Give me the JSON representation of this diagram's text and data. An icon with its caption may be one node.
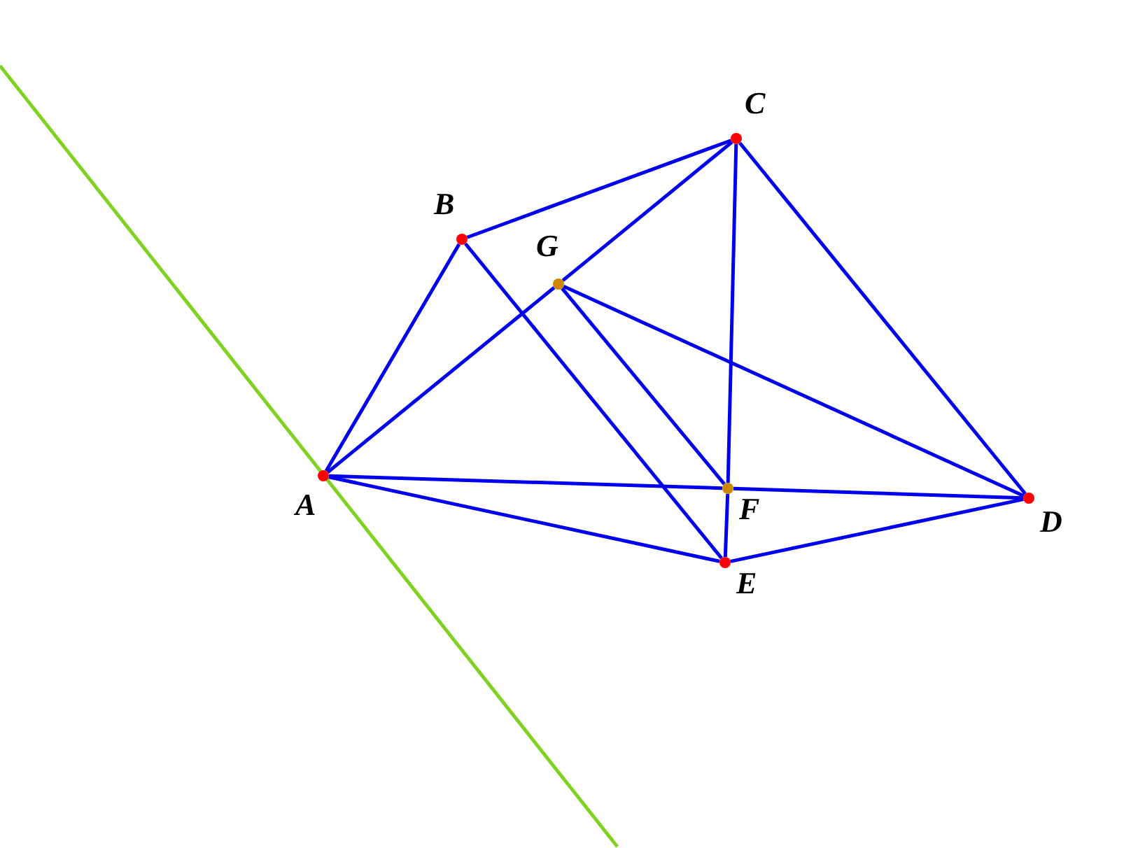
{
  "diagram": {
    "nodes": [
      {
        "text": [],
        "shape": "circle",
        "beside": [
          "A"
        ]
      },
      {
        "text": [],
        "shape": "circle",
        "beside": [
          "B"
        ]
      },
      {
        "text": [],
        "shape": "circle",
        "beside": [
          "C"
        ]
      },
      {
        "text": [],
        "shape": "circle",
        "beside": [
          "D"
        ]
      },
      {
        "text": [],
        "shape": "circle",
        "beside": [
          "E"
        ]
      },
      {
        "text": [],
        "shape": "circle",
        "beside": [
          "F"
        ]
      },
      {
        "text": [],
        "shape": "circle",
        "beside": [
          "G"
        ]
      }
    ],
    "edges": [
      {
        "from": 0,
        "to": 1,
        "arrow": "none"
      },
      {
        "from": 1,
        "to": 2,
        "arrow": "none"
      },
      {
        "from": 0,
        "to": 6,
        "arrow": "none"
      },
      {
        "from": 6,
        "to": 2,
        "arrow": "none"
      },
      {
        "from": 2,
        "to": 3,
        "arrow": "none"
      },
      {
        "from": 2,
        "to": 5,
        "arrow": "none"
      },
      {
        "from": 5,
        "to": 4,
        "arrow": "none"
      },
      {
        "from": 0,
        "to": 5,
        "arrow": "none"
      },
      {
        "from": 5,
        "to": 3,
        "arrow": "none"
      },
      {
        "from": 0,
        "to": 4,
        "arrow": "none"
      },
      {
        "from": 4,
        "to": 3,
        "arrow": "none"
      },
      {
        "from": 1,
        "to": 4,
        "arrow": "none"
      },
      {
        "from": 6,
        "to": 3,
        "arrow": "none"
      },
      {
        "from": 6,
        "to": 5,
        "arrow": "none"
      }
    ]
  }
}
